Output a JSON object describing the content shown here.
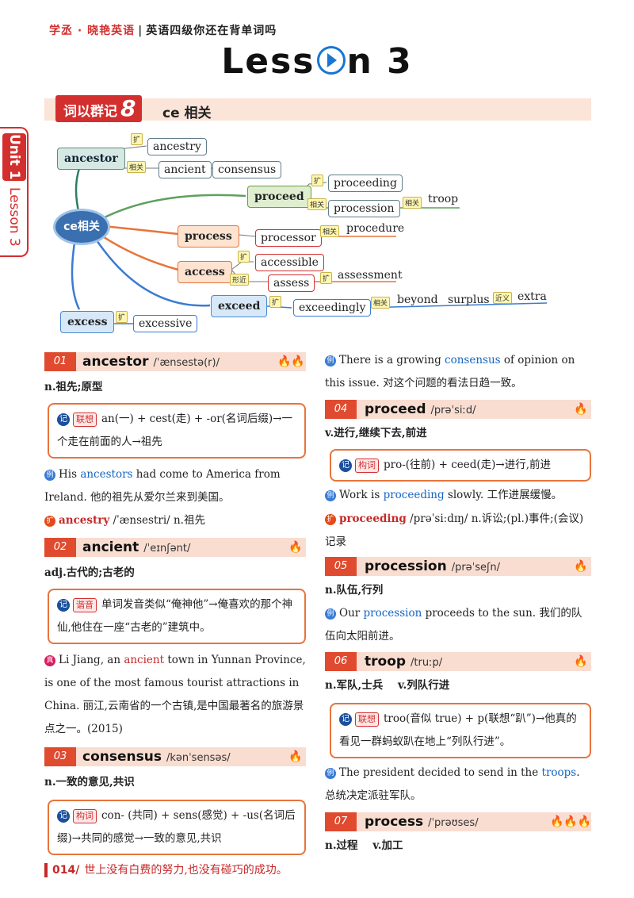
{
  "header": {
    "brand": "学丞 · 晓艳英语",
    "title": "英语四级你还在背单词吗"
  },
  "lesson_title": {
    "pre": "Less",
    "post": "n 3"
  },
  "section": {
    "tag": "词以群记",
    "num": "8",
    "title": "ce 相关"
  },
  "side": {
    "unit": "Unit 1",
    "lesson": "Lesson 3"
  },
  "mindmap": {
    "center": "ce相关",
    "relation_labels": {
      "ext": "扩",
      "related": "相关",
      "near": "形近",
      "synonym": "近义"
    },
    "nodes": {
      "ancestor": "ancestor",
      "ancestry": "ancestry",
      "ancient": "ancient",
      "consensus": "consensus",
      "proceed": "proceed",
      "proceeding": "proceeding",
      "procession": "procession",
      "troop": "troop",
      "process": "process",
      "processor": "processor",
      "procedure": "procedure",
      "access": "access",
      "accessible": "accessible",
      "assess": "assess",
      "assessment": "assessment",
      "exceed": "exceed",
      "exceedingly": "exceedingly",
      "beyond": "beyond",
      "surplus": "surplus",
      "extra": "extra",
      "excess": "excess",
      "excessive": "excessive"
    }
  },
  "entries": [
    {
      "num": "01",
      "word": "ancestor",
      "phon": "/ˈænsestə(r)/",
      "flames": "🔥🔥"
    },
    {
      "num": "02",
      "word": "ancient",
      "phon": "/ˈeɪnʃənt/",
      "flames": "🔥"
    },
    {
      "num": "03",
      "word": "consensus",
      "phon": "/kənˈsensəs/",
      "flames": "🔥"
    },
    {
      "num": "04",
      "word": "proceed",
      "phon": "/prəˈsiːd/",
      "flames": "🔥"
    },
    {
      "num": "05",
      "word": "procession",
      "phon": "/prəˈseʃn/",
      "flames": "🔥"
    },
    {
      "num": "06",
      "word": "troop",
      "phon": "/truːp/",
      "flames": "🔥"
    },
    {
      "num": "07",
      "word": "process",
      "phon": "/ˈprəʊses/",
      "flames": "🔥🔥🔥"
    }
  ],
  "left": {
    "ancestor_pos": "n.祖先;原型",
    "ancestor_memo_tag": "联想",
    "ancestor_memo": "an(一) + cest(走) + -or(名词后缀)→一个走在前面的人→祖先",
    "ancestor_ex_a": "His ",
    "ancestor_ex_hl": "ancestors",
    "ancestor_ex_b": " had come to America from Ireland. 他的祖先从爱尔兰来到美国。",
    "ancestry_word": "ancestry",
    "ancestry_def": " /ˈænsestri/ n.祖先",
    "ancient_pos": "adj.古代的;古老的",
    "ancient_memo_tag": "谐音",
    "ancient_memo": "单词发音类似“俺神他”→俺喜欢的那个神仙,他住在一座“古老的”建筑中。",
    "ancient_ex_a": "Li Jiang, an ",
    "ancient_ex_hl": "ancient",
    "ancient_ex_b": " town in Yunnan Province, is one of the most famous tourist attractions in China. 丽江,云南省的一个古镇,是中国最著名的旅游景点之一。(2015)",
    "consensus_pos": "n.一致的意见,共识",
    "consensus_memo_tag": "构词",
    "consensus_memo": "con- (共同) + sens(感觉) + -us(名词后缀)→共同的感觉→一致的意见,共识"
  },
  "right": {
    "consensus_ex_a": "There is a growing ",
    "consensus_ex_hl": "consensus",
    "consensus_ex_b": " of opinion on this issue. 对这个问题的看法日趋一致。",
    "proceed_pos": "v.进行,继续下去,前进",
    "proceed_memo_tag": "构词",
    "proceed_memo": "pro-(往前) + ceed(走)→进行,前进",
    "proceed_ex_a": "Work is ",
    "proceed_ex_hl": "proceeding",
    "proceed_ex_b": " slowly. 工作进展缓慢。",
    "proceeding_word": "proceeding",
    "proceeding_def": " /prəˈsiːdɪŋ/ n.诉讼;(pl.)事件;(会议)记录",
    "procession_pos": "n.队伍,行列",
    "procession_ex_a": "Our ",
    "procession_ex_hl": "procession",
    "procession_ex_b": " proceeds to the sun. 我们的队伍向太阳前进。",
    "troop_pos": "n.军队,士兵    v.列队行进",
    "troop_memo_tag": "联想",
    "troop_memo": "troo(音似 true) + p(联想“趴”)→他真的看见一群蚂蚁趴在地上“列队行进”。",
    "troop_ex_a": "The president decided to send in the ",
    "troop_ex_hl": "troops",
    "troop_ex_b": ". 总统决定派驻军队。",
    "process_pos": "n.过程    v.加工"
  },
  "footer": {
    "page": "014/",
    "motto": "世上没有白费的努力,也没有碰巧的成功。"
  }
}
